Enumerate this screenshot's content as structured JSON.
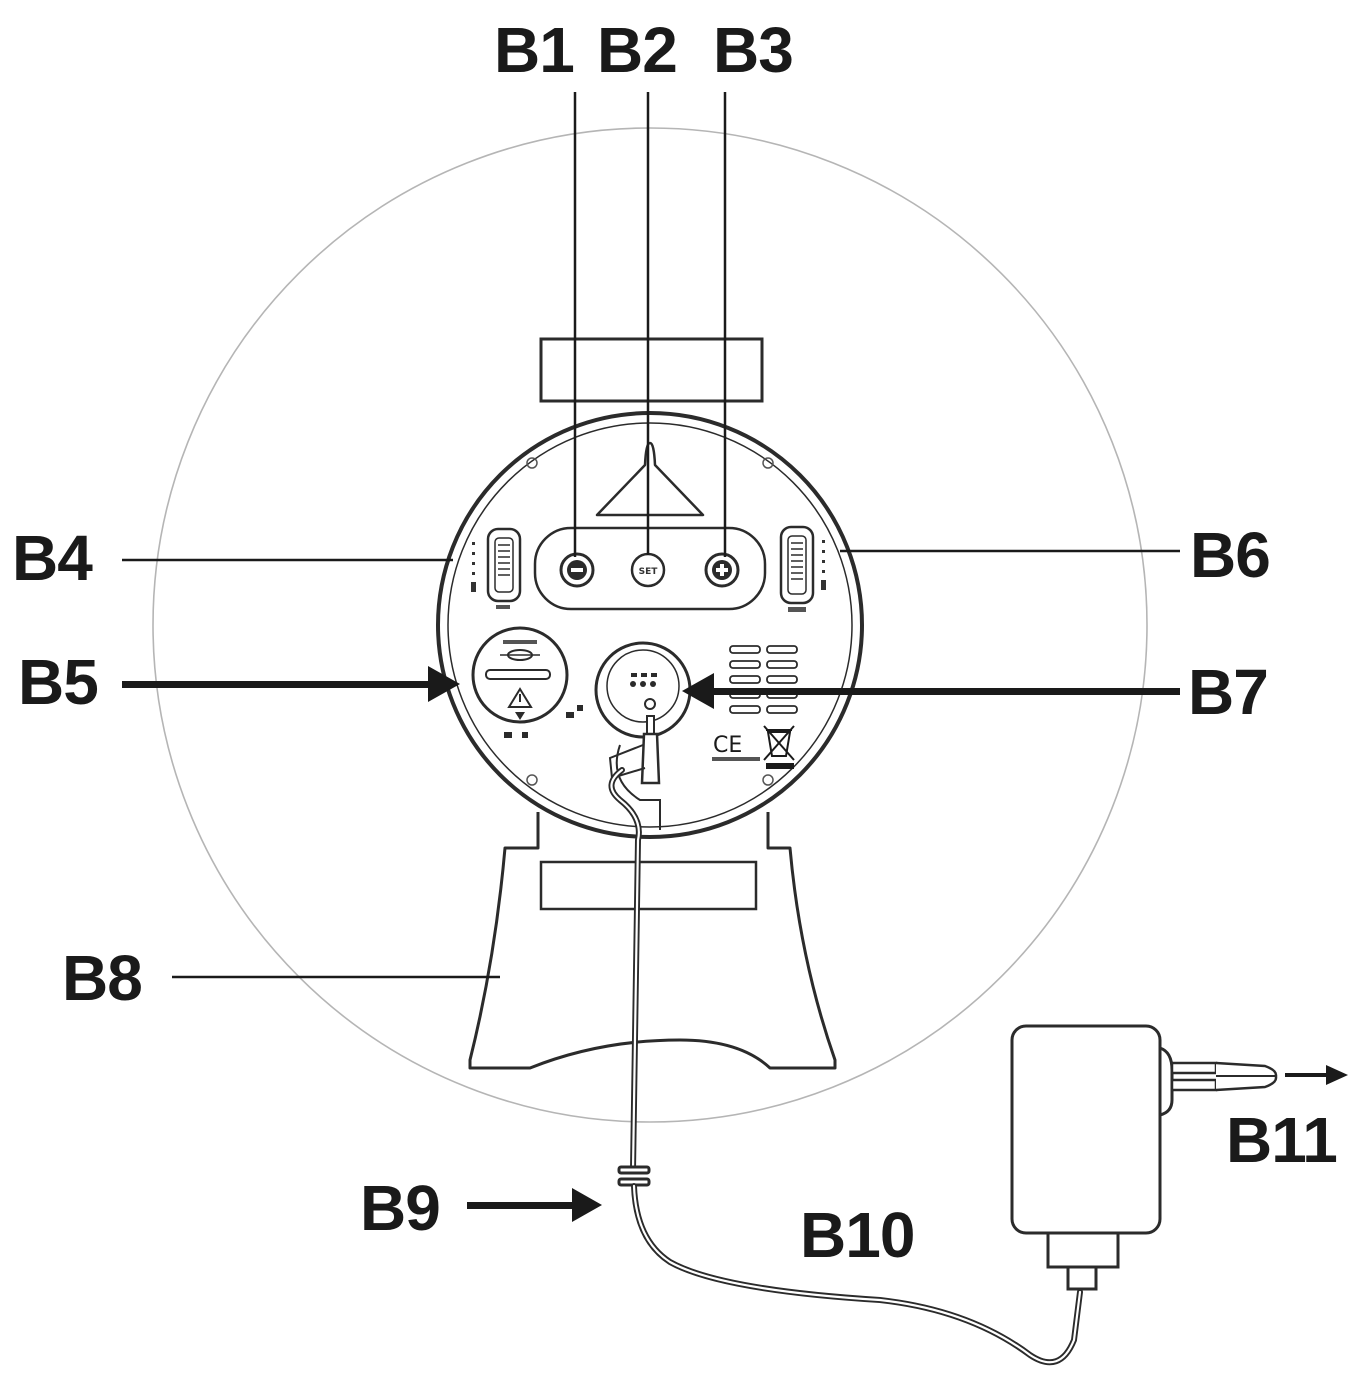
{
  "diagram": {
    "labels": {
      "b1": "B1",
      "b2": "B2",
      "b3": "B3",
      "b4": "B4",
      "b5": "B5",
      "b6": "B6",
      "b7": "B7",
      "b8": "B8",
      "b9": "B9",
      "b10": "B10",
      "b11": "B11"
    },
    "buttons": {
      "minus": "−",
      "set": "SET",
      "plus": "+"
    },
    "markings": {
      "ce": "CE"
    }
  },
  "colors": {
    "line": "#1a1a1a",
    "outline": "#2b2b2b",
    "faint_circle": "#b5b5b5",
    "background": "#ffffff"
  }
}
